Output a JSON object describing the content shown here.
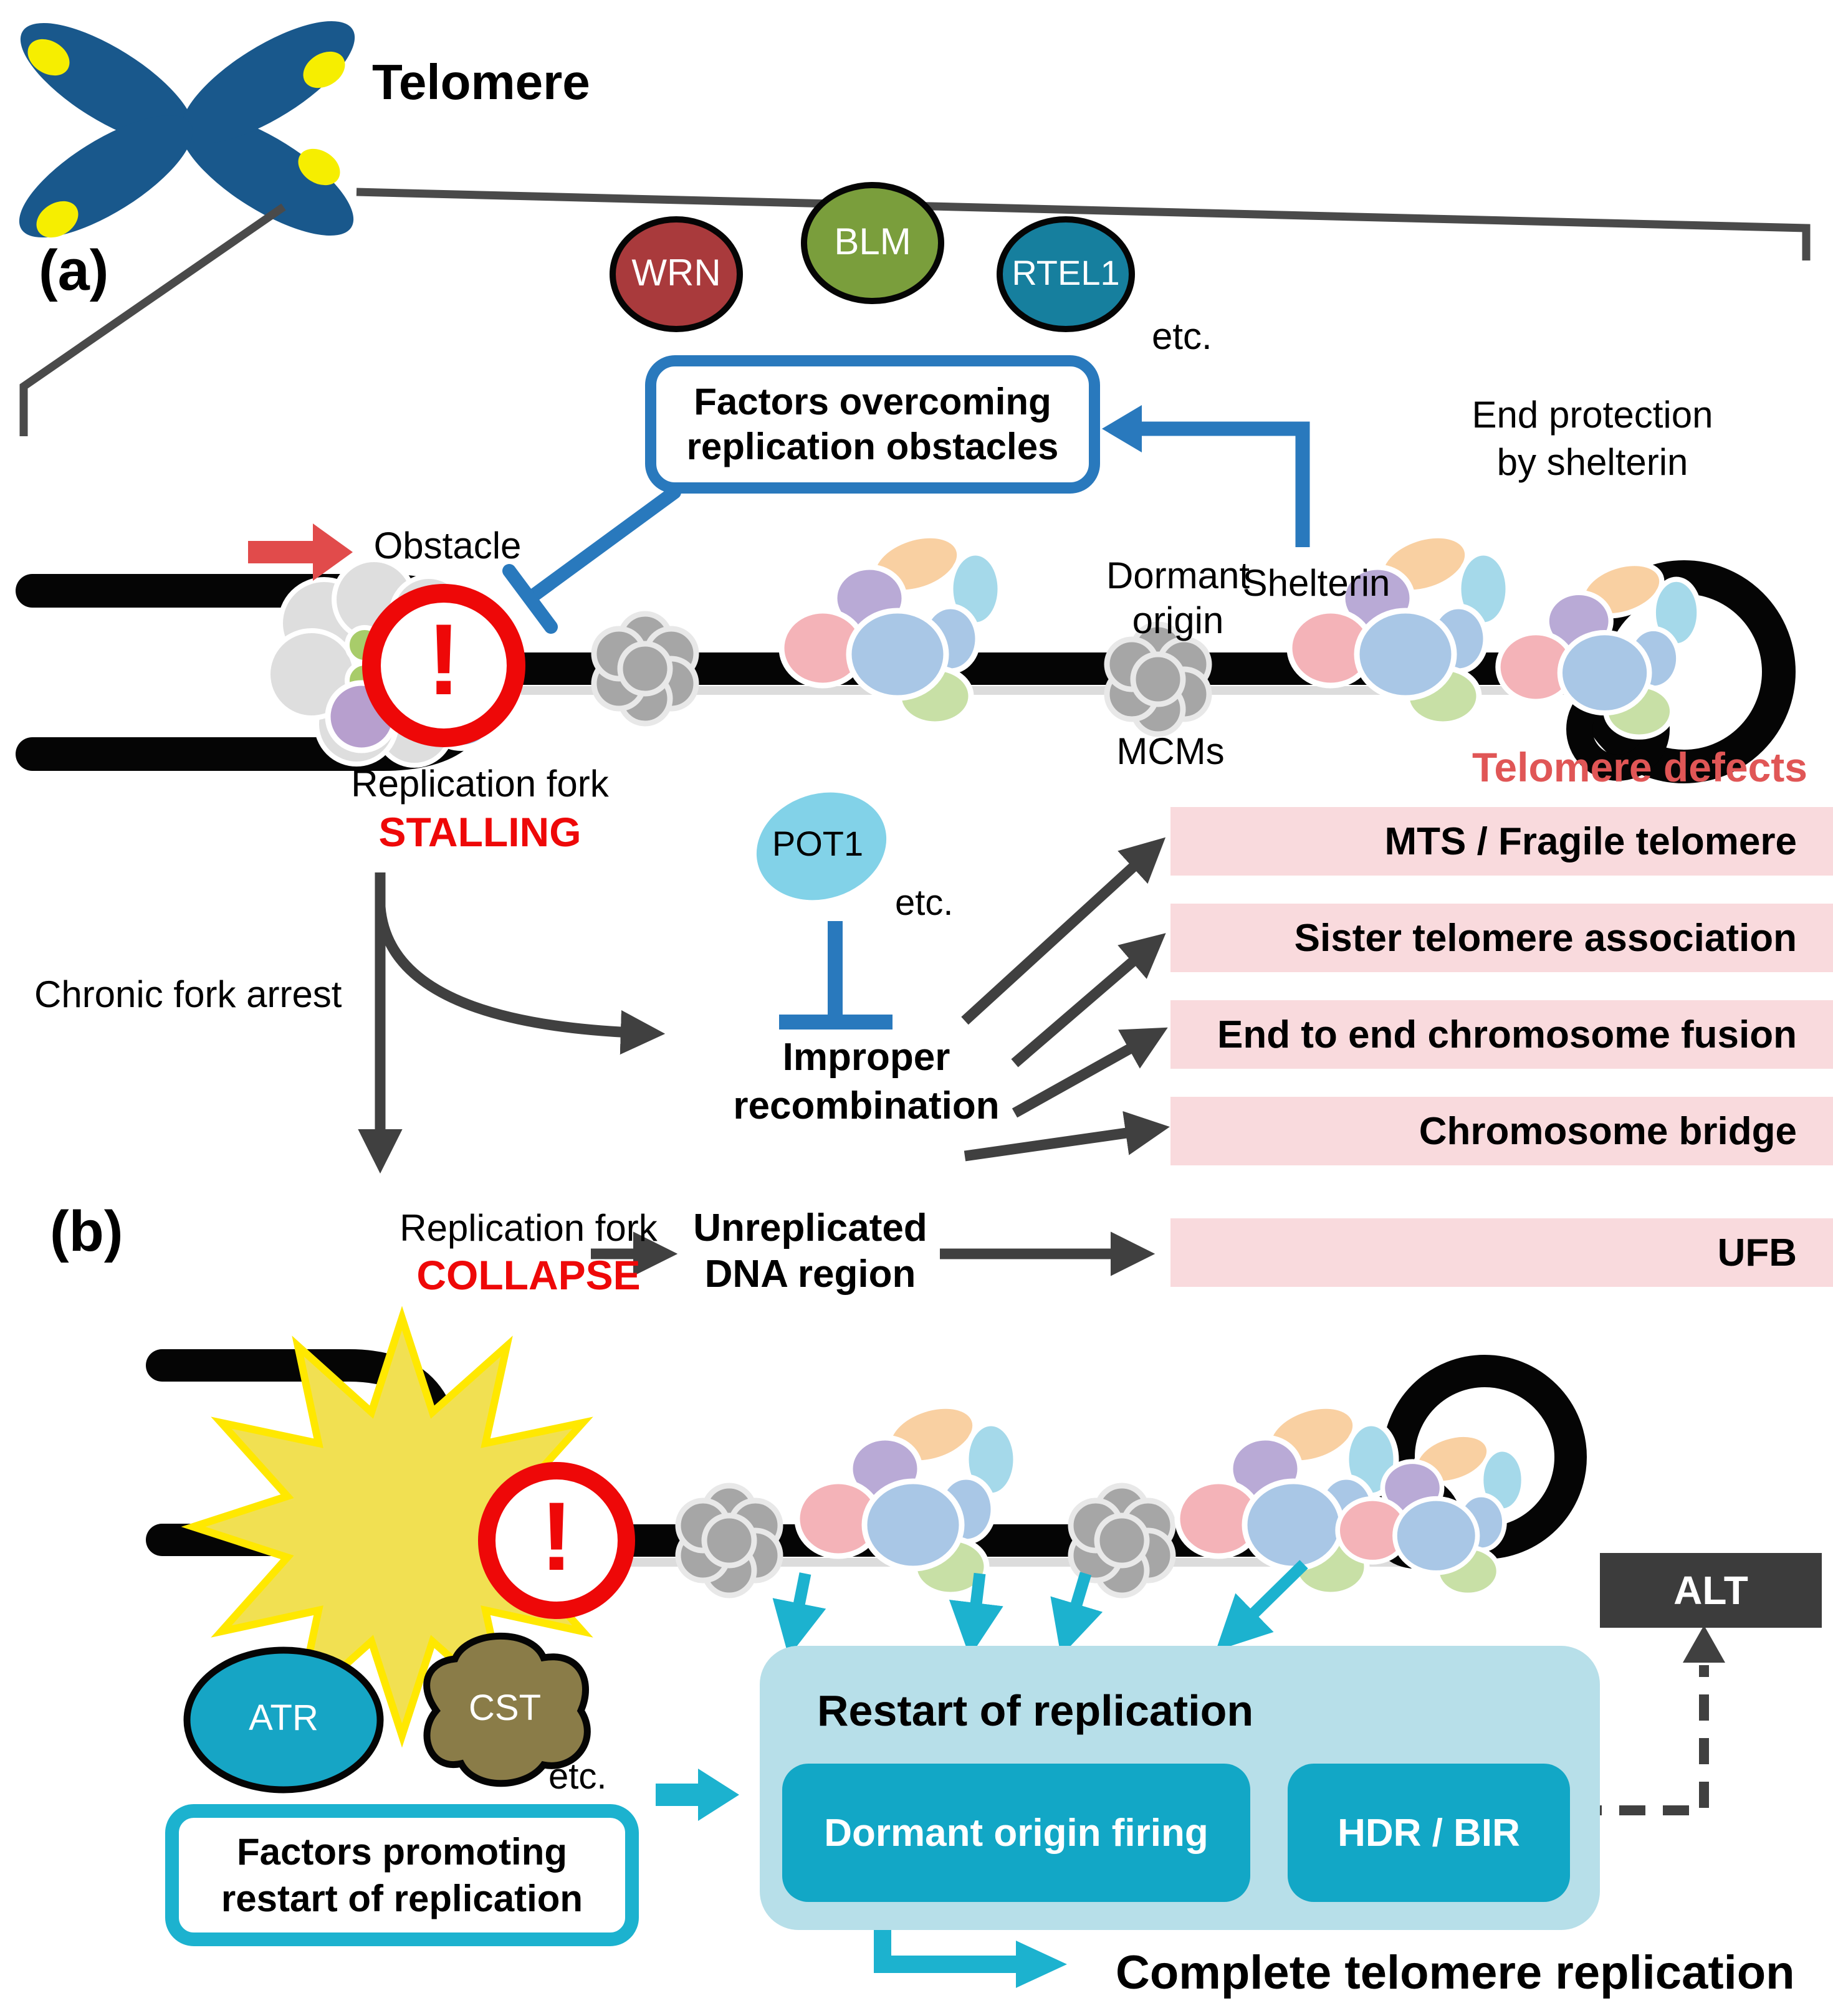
{
  "title": "Telomere",
  "panels": {
    "a": "(a)",
    "b": "(b)"
  },
  "proteins": {
    "wrn": "WRN",
    "blm": "BLM",
    "rtel1": "RTEL1",
    "etc_top": "etc.",
    "pot1": "POT1",
    "pot1_etc": "etc.",
    "atr": "ATR",
    "cst": "CST",
    "etc_bottom": "etc."
  },
  "boxes": {
    "factors_overcoming": {
      "line1": "Factors overcoming",
      "line2": "replication obstacles"
    },
    "factors_promoting": {
      "line1": "Factors promoting",
      "line2": "restart of replication"
    },
    "restart": {
      "title": "Restart of replication",
      "dormant_firing": "Dormant origin firing",
      "hdr_bir": "HDR / BIR"
    },
    "alt": "ALT"
  },
  "labels": {
    "obstacle": "Obstacle",
    "dormant_origin_line1": "Dormant",
    "dormant_origin_line2": "origin",
    "shelterin": "Shelterin",
    "end_protection_line1": "End protection",
    "end_protection_line2": "by shelterin",
    "mcms": "MCMs",
    "stalling_line1": "Replication fork",
    "stalling_line2": "STALLING",
    "chronic": "Chronic fork arrest",
    "improper_line1": "Improper",
    "improper_line2": "recombination",
    "collapse_line1": "Replication fork",
    "collapse_line2": "COLLAPSE",
    "unreplicated_line1": "Unreplicated",
    "unreplicated_line2": "DNA region",
    "complete": "Complete telomere replication",
    "warning_glyph": "!"
  },
  "defects": {
    "title": "Telomere defects",
    "items": [
      "MTS / Fragile telomere",
      "Sister telomere association",
      "End to end chromosome fusion",
      "Chromosome bridge",
      "UFB"
    ]
  },
  "colors": {
    "accent_blue": "#2979bd",
    "accent_cyan": "#1cb2cf",
    "teal_box": "#12a7c6",
    "light_blue_box": "#b7dfe9",
    "pink_box": "#f9dadd",
    "warning_red": "#ee0808",
    "defect_title_red": "#e05656",
    "dark_arrow": "#404040",
    "dna_black": "#050505",
    "wrn": "#a93a3c",
    "blm": "#7a9e3c",
    "rtel1": "#167f9e",
    "pot1": "#82d2e8",
    "atr": "#16a5c5",
    "cst": "#8a7c48",
    "alt_bg": "#3c3c3c",
    "chromosome_blue": "#19588c",
    "telomere_dot_yellow": "#f6ee00",
    "starburst_yellow": "#f1e052",
    "mcm_gray": "#a6a6a6",
    "shelterin_pink": "#f4b3b8",
    "shelterin_blue": "#a9c7e6",
    "shelterin_purple": "#b9aad6",
    "shelterin_orange": "#f9d0a2",
    "shelterin_sky": "#a5d9ea",
    "shelterin_green": "#c8e0a6"
  }
}
